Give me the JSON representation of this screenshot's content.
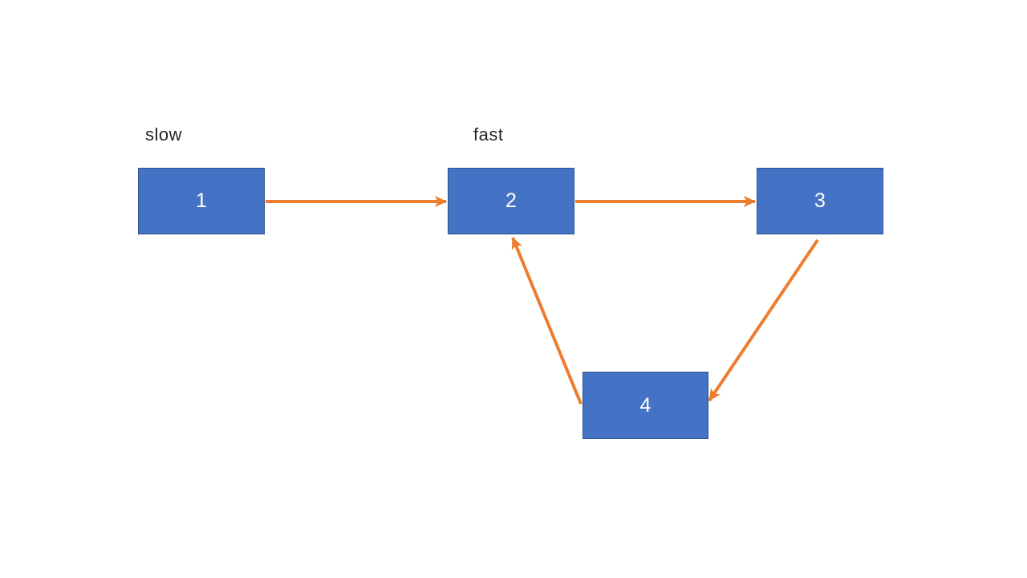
{
  "diagram": {
    "title": "linked-list-cycle-slow-fast-pointers",
    "pointer_labels": [
      {
        "id": "slow",
        "text": "slow",
        "points_to_node": "1"
      },
      {
        "id": "fast",
        "text": "fast",
        "points_to_node": "2"
      }
    ],
    "nodes": [
      {
        "id": "1",
        "label": "1"
      },
      {
        "id": "2",
        "label": "2"
      },
      {
        "id": "3",
        "label": "3"
      },
      {
        "id": "4",
        "label": "4"
      }
    ],
    "edges": [
      {
        "from": "1",
        "to": "2",
        "direction": "right"
      },
      {
        "from": "2",
        "to": "3",
        "direction": "right"
      },
      {
        "from": "3",
        "to": "4",
        "direction": "down-left"
      },
      {
        "from": "4",
        "to": "2",
        "direction": "up-left"
      }
    ],
    "colors": {
      "node_fill": "#4472C4",
      "node_border": "#2F528F",
      "arrow": "#ED7D31",
      "node_text": "#FFFFFF",
      "label_text": "#262626",
      "background": "#FFFFFF"
    }
  }
}
